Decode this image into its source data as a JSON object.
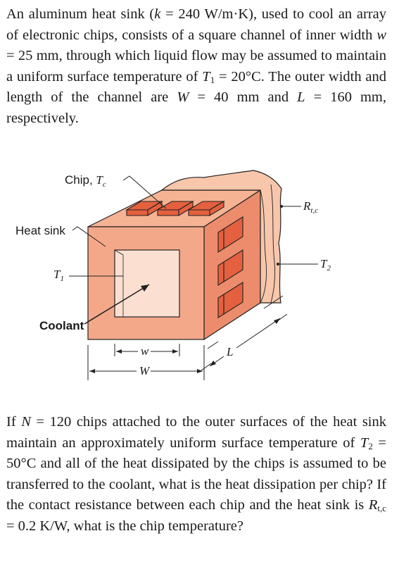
{
  "problem": {
    "intro": [
      "An aluminum heat sink (",
      "k",
      " = 240 W/m·K), used to cool an array of electronic chips, consists of a square channel of inner width ",
      "w",
      " = 25 mm, through which liquid flow may be assumed to maintain a uniform surface temperature of ",
      "T",
      "1",
      " = 20°C. The outer width and length of the channel are ",
      "W",
      " = 40 mm and ",
      "L",
      " = 160 mm, respectively."
    ],
    "question": [
      "If ",
      "N",
      " = 120 chips attached to the outer surfaces of the heat sink maintain an approximately uniform surface temperature of ",
      "T",
      "2",
      " = 50°C and all of the heat dissipated by the chips is assumed to be transferred to the coolant, what is the heat dissipation per chip? If the contact resistance between each chip and the heat sink is ",
      "R",
      "t,c",
      " = 0.2 K/W, what is the chip temperature?"
    ]
  },
  "figure": {
    "chip_label": "Chip, ",
    "chip_T": "T",
    "chip_T_sub": "c",
    "heat_sink_label": "Heat sink",
    "T1": "T",
    "T1_sub": "1",
    "coolant_label": "Coolant",
    "Rtc": "R",
    "Rtc_sub": "t,c",
    "T2": "T",
    "T2_sub": "2",
    "w_label": "w",
    "W_label": "W",
    "L_label": "L",
    "colors": {
      "front_face": "#f4a88a",
      "side_face": "#ec8c6c",
      "top_face": "#f6b393",
      "inner": "#fbe0d2",
      "chip": "#e4603e",
      "cut": "#f7c6ab"
    }
  }
}
